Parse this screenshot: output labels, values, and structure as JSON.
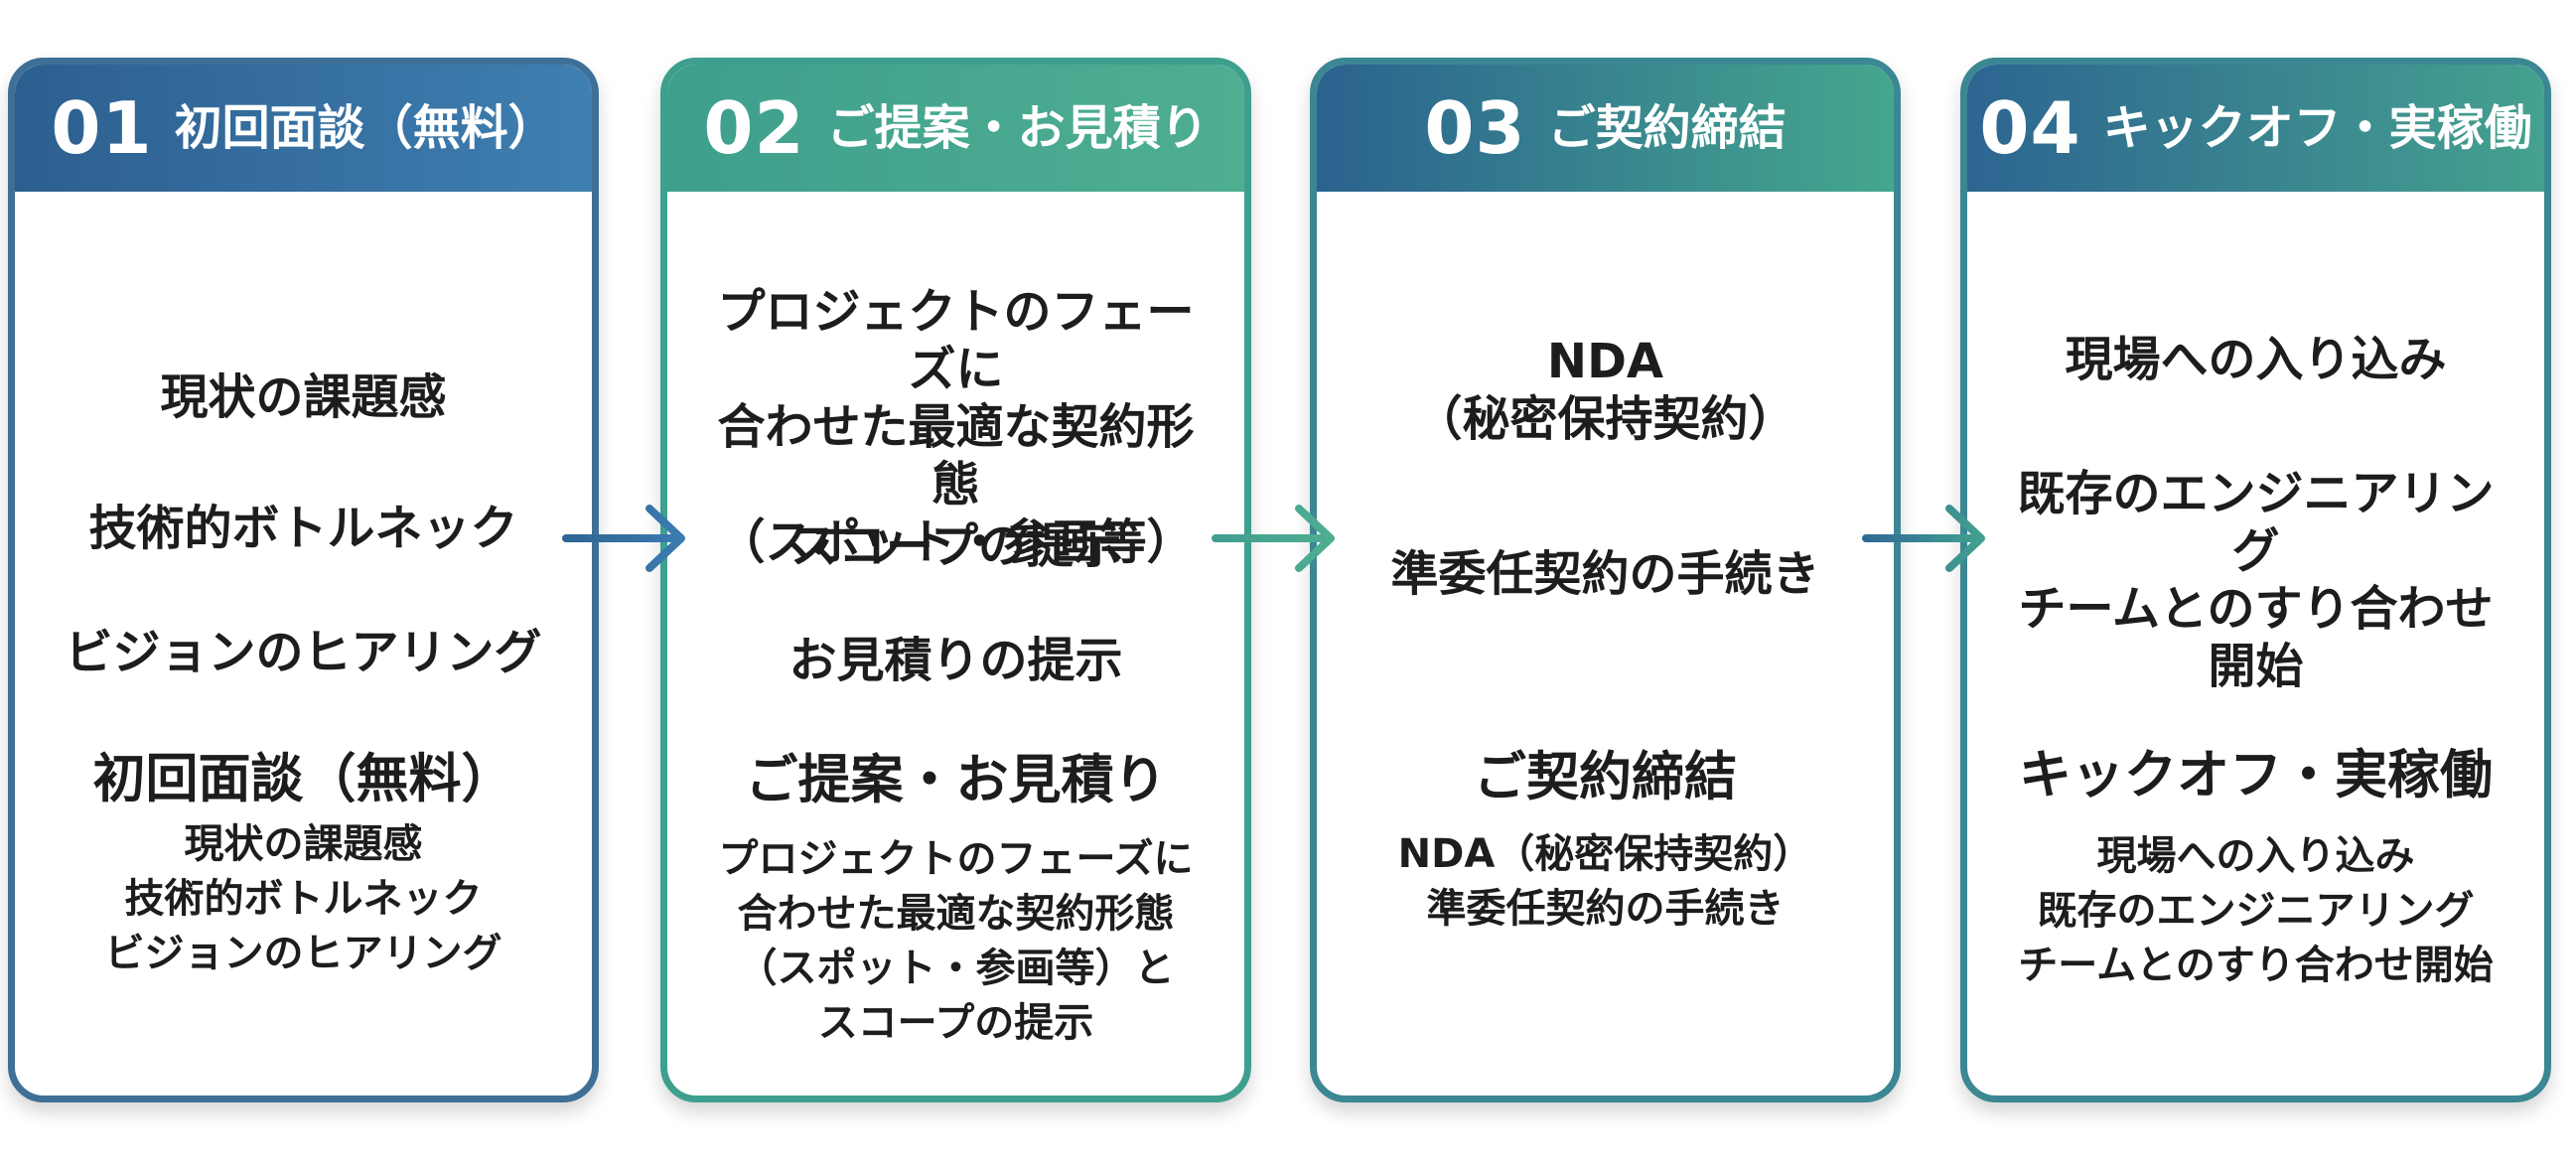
{
  "steps": [
    {
      "number": "01",
      "title": "初回面談（無料）",
      "items": [
        "現状の課題感",
        "技術的ボトルネック",
        "ビジョンのヒアリング"
      ],
      "summary_title": "初回面談（無料）",
      "summary_text": "現状の課題感\n技術的ボトルネック\nビジョンのヒアリング"
    },
    {
      "number": "02",
      "title": "ご提案・お見積り",
      "items": [
        "プロジェクトのフェーズに\n合わせた最適な契約形態\n（スポット・参画等）",
        "スコープの提示",
        "お見積りの提示"
      ],
      "summary_title": "ご提案・お見積り",
      "summary_text": "プロジェクトのフェーズに\n合わせた最適な契約形態\n（スポット・参画等）と\nスコープの提示"
    },
    {
      "number": "03",
      "title": "ご契約締結",
      "items": [
        "NDA\n（秘密保持契約）",
        "準委任契約の手続き"
      ],
      "summary_title": "ご契約締結",
      "summary_text": "NDA（秘密保持契約）\n準委任契約の手続き"
    },
    {
      "number": "04",
      "title": "キックオフ・実稼働",
      "items": [
        "現場への入り込み",
        "既存のエンジニアリング\nチームとのすり合わせ\n開始"
      ],
      "summary_title": "キックオフ・実稼働",
      "summary_text": "現場への入り込み\n既存のエンジニアリング\nチームとのすり合わせ開始"
    }
  ],
  "colors": {
    "blue": "#2f6594",
    "teal": "#45a58f",
    "mixed": "#3b8793",
    "text": "#1d1d1d"
  }
}
